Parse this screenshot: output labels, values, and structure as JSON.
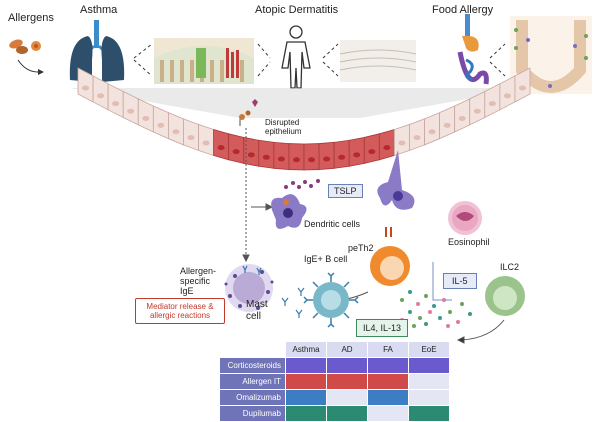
{
  "labels": {
    "allergens": "Allergens",
    "asthma": "Asthma",
    "atopic_dermatitis": "Atopic Dermatitis",
    "food_allergy": "Food Allergy",
    "disrupted_epithelium": "Disrupted\nepithelium",
    "tslp": "TSLP",
    "dendritic_cells": "Dendritic cells",
    "eosinophil": "Eosinophil",
    "peth2": "peTh2",
    "il5": "IL-5",
    "ilc2": "ILC2",
    "allergen_specific_ige": "Allergen-\nspecific\nIgE",
    "ige_b_cell": "IgE+ B cell",
    "mast_cell": "Mast\ncell",
    "mediator_release": "Mediator release &\nallergic reactions",
    "il4_il13": "IL4, IL-13"
  },
  "treatment_table": {
    "columns": [
      "Asthma",
      "AD",
      "FA",
      "EoE"
    ],
    "rows": [
      {
        "name": "Corticosteroids",
        "color": "#6a5acd",
        "active": [
          true,
          true,
          true,
          true
        ]
      },
      {
        "name": "Allergen IT",
        "color": "#d04a4a",
        "active": [
          true,
          true,
          true,
          false
        ]
      },
      {
        "name": "Omalizumab",
        "color": "#3c7dc4",
        "active": [
          true,
          false,
          true,
          false
        ]
      },
      {
        "name": "Dupilumab",
        "color": "#2a8a72",
        "active": [
          true,
          true,
          false,
          true
        ]
      }
    ]
  },
  "colors": {
    "epithelium_normal": "#f3e3df",
    "epithelium_disrupted": "#d45b5b",
    "dendritic": "#8b7bc6",
    "eosinophil": "#e9a7c1",
    "peth2": "#f08a2c",
    "ilc2": "#9bc48d",
    "bcell": "#79b8c9",
    "mast": "#b9aad6"
  }
}
